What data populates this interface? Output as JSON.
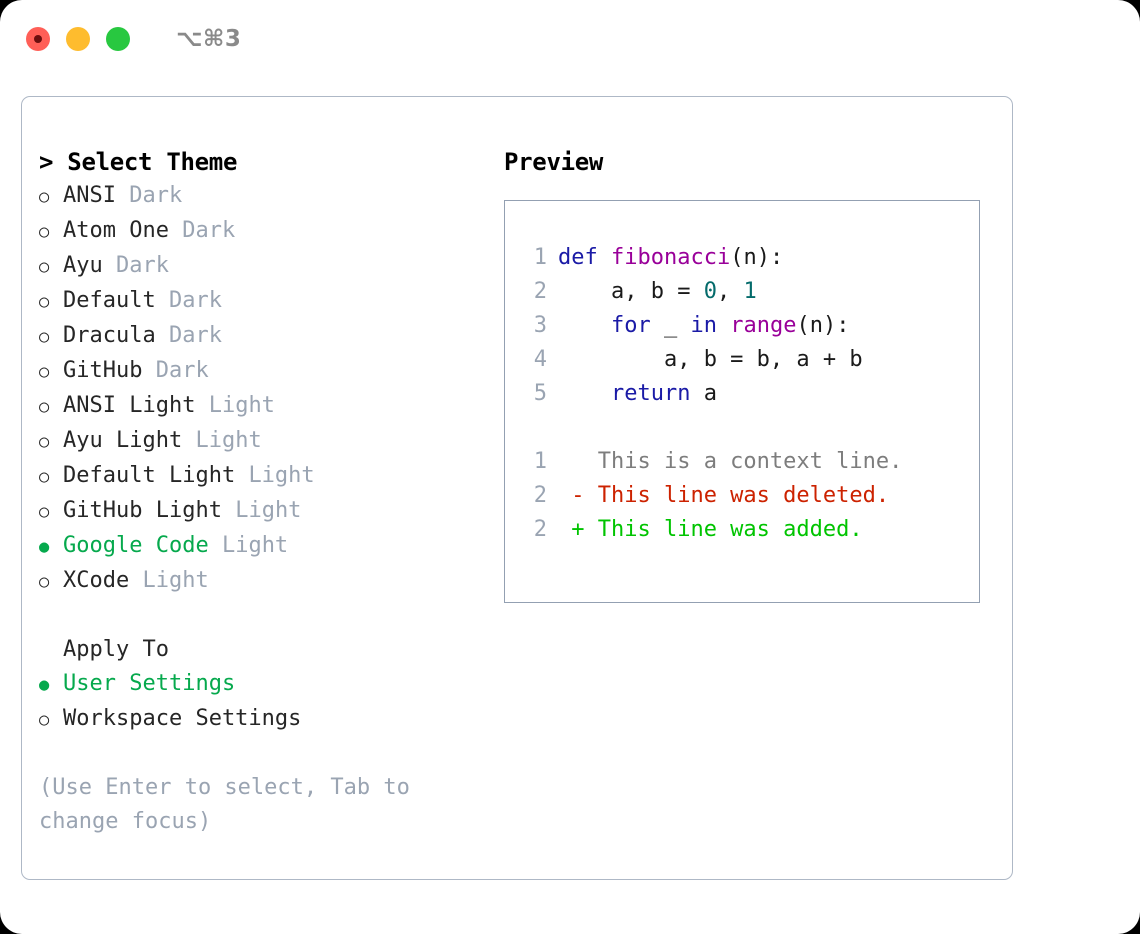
{
  "window": {
    "shortcut": "⌥⌘3",
    "traffic_lights": [
      {
        "name": "close",
        "color": "#ff5f57"
      },
      {
        "name": "minimize",
        "color": "#febc2e"
      },
      {
        "name": "zoom",
        "color": "#28c840"
      }
    ]
  },
  "theme_picker": {
    "title": "> Select Theme",
    "selected_bullet": "●",
    "unselected_bullet": "○",
    "accent_color": "#06a94d",
    "muted_color": "#9aa4b2",
    "items": [
      {
        "bullet": "○",
        "label": "ANSI",
        "variant": "Dark",
        "selected": false
      },
      {
        "bullet": "○",
        "label": "Atom One",
        "variant": "Dark",
        "selected": false
      },
      {
        "bullet": "○",
        "label": "Ayu",
        "variant": "Dark",
        "selected": false
      },
      {
        "bullet": "○",
        "label": "Default",
        "variant": "Dark",
        "selected": false
      },
      {
        "bullet": "○",
        "label": "Dracula",
        "variant": "Dark",
        "selected": false
      },
      {
        "bullet": "○",
        "label": "GitHub",
        "variant": "Dark",
        "selected": false
      },
      {
        "bullet": "○",
        "label": "ANSI Light",
        "variant": "Light",
        "selected": false
      },
      {
        "bullet": "○",
        "label": "Ayu Light",
        "variant": "Light",
        "selected": false
      },
      {
        "bullet": "○",
        "label": "Default Light",
        "variant": "Light",
        "selected": false
      },
      {
        "bullet": "○",
        "label": "GitHub Light",
        "variant": "Light",
        "selected": false
      },
      {
        "bullet": "●",
        "label": "Google Code",
        "variant": "Light",
        "selected": true
      },
      {
        "bullet": "○",
        "label": "XCode",
        "variant": "Light",
        "selected": false
      }
    ]
  },
  "apply_to": {
    "title": "Apply To",
    "items": [
      {
        "bullet": "●",
        "label": "User Settings",
        "selected": true
      },
      {
        "bullet": "○",
        "label": "Workspace Settings",
        "selected": false
      }
    ]
  },
  "hint": "(Use Enter to select, Tab to change focus)",
  "preview": {
    "title": "Preview",
    "code_lines": [
      {
        "lineno": "1",
        "tokens": [
          {
            "text": "def ",
            "type": "kw"
          },
          {
            "text": "fibonacci",
            "type": "fn"
          },
          {
            "text": "(n):",
            "type": "plain"
          }
        ]
      },
      {
        "lineno": "2",
        "tokens": [
          {
            "text": "    a, b = ",
            "type": "plain"
          },
          {
            "text": "0",
            "type": "num"
          },
          {
            "text": ", ",
            "type": "plain"
          },
          {
            "text": "1",
            "type": "num"
          }
        ]
      },
      {
        "lineno": "3",
        "tokens": [
          {
            "text": "    ",
            "type": "plain"
          },
          {
            "text": "for",
            "type": "kw"
          },
          {
            "text": " _ ",
            "type": "plain"
          },
          {
            "text": "in",
            "type": "kw"
          },
          {
            "text": " ",
            "type": "plain"
          },
          {
            "text": "range",
            "type": "fn"
          },
          {
            "text": "(n):",
            "type": "plain"
          }
        ]
      },
      {
        "lineno": "4",
        "tokens": [
          {
            "text": "        a, b = b, a + b",
            "type": "plain"
          }
        ]
      },
      {
        "lineno": "5",
        "tokens": [
          {
            "text": "    ",
            "type": "plain"
          },
          {
            "text": "return",
            "type": "kw"
          },
          {
            "text": " a",
            "type": "plain"
          }
        ]
      }
    ],
    "diff_lines": [
      {
        "lineno": "1",
        "tokens": [
          {
            "text": "   This is a context line.",
            "type": "ctx"
          }
        ]
      },
      {
        "lineno": "2",
        "tokens": [
          {
            "text": " - This line was deleted.",
            "type": "del"
          }
        ]
      },
      {
        "lineno": "2",
        "tokens": [
          {
            "text": " + This line was added.",
            "type": "add"
          }
        ]
      }
    ]
  }
}
